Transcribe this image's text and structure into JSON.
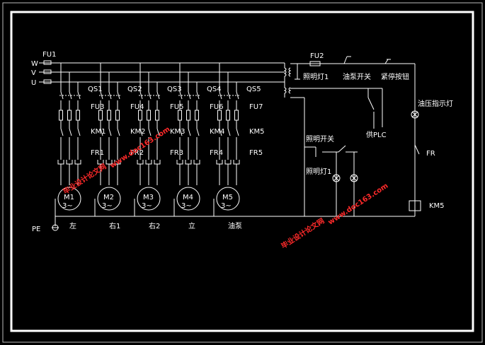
{
  "supply": {
    "fuse": "FU1",
    "phases": [
      "W",
      "V",
      "U"
    ],
    "ground": "PE"
  },
  "motors": [
    {
      "switch": "QS1",
      "fuse": "FU3",
      "contactor": "KM1",
      "relay": "FR1",
      "motor": "M1",
      "phase": "3~",
      "label": "左"
    },
    {
      "switch": "QS2",
      "fuse": "FU4",
      "contactor": "KM2",
      "relay": "FR2",
      "motor": "M2",
      "phase": "3~",
      "label": "右1"
    },
    {
      "switch": "QS3",
      "fuse": "FU5",
      "contactor": "KM3",
      "relay": "FR3",
      "motor": "M3",
      "phase": "3~",
      "label": "右2"
    },
    {
      "switch": "QS4",
      "fuse": "FU6",
      "contactor": "KM4",
      "relay": "FR4",
      "motor": "M4",
      "phase": "3~",
      "label": "立"
    },
    {
      "switch": "QS5",
      "fuse": "FU7",
      "contactor": "KM5",
      "relay": "FR5",
      "motor": "M5",
      "phase": "3~",
      "label": "油泵"
    }
  ],
  "control": {
    "fuse": "FU2",
    "lamp1_top": "照明灯1",
    "pump_switch": "油泵开关",
    "emergency_stop": "紧停按钮",
    "oil_lamp": "油压指示灯",
    "plc": "供PLC",
    "light_switch": "照明开关",
    "lamp1_bottom": "照明灯1",
    "fr": "FR",
    "km": "KM5"
  },
  "watermarks": [
    {
      "text": "毕业设计论文网"
    },
    {
      "text": "www.doc163.com"
    },
    {
      "text": "毕业设计论文网"
    },
    {
      "text": "www.doc163.com"
    }
  ],
  "colors": {
    "background": "#000000",
    "line": "#ffffff",
    "watermark": "#ff2a2a"
  }
}
